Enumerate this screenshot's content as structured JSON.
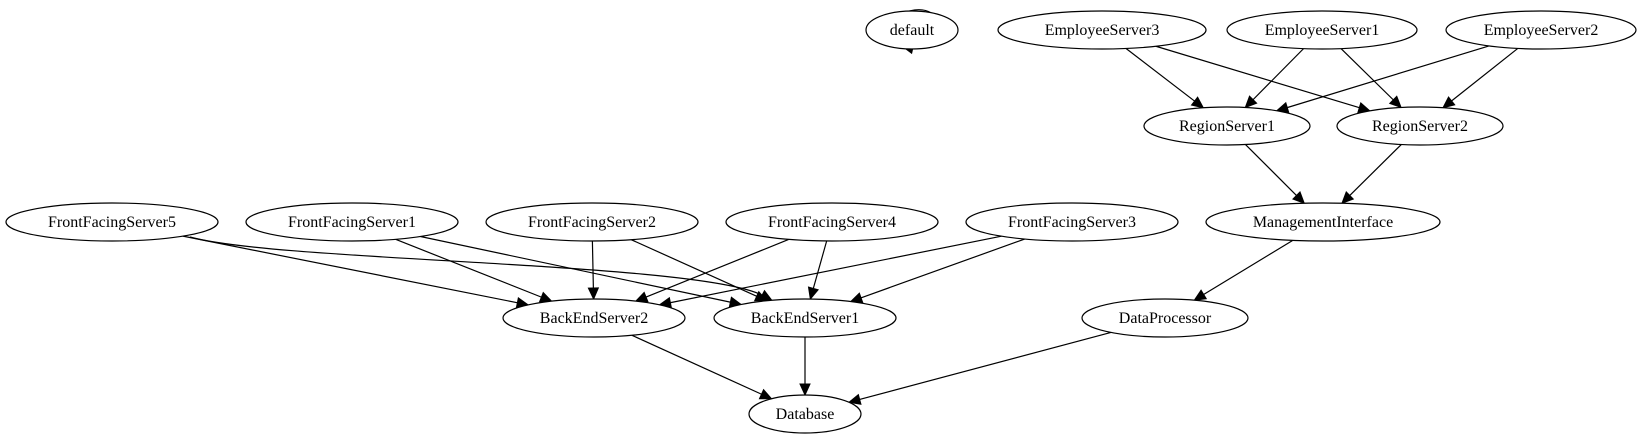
{
  "graph": {
    "nodes": [
      {
        "id": "default",
        "label": "default"
      },
      {
        "id": "es3",
        "label": "EmployeeServer3"
      },
      {
        "id": "es1",
        "label": "EmployeeServer1"
      },
      {
        "id": "es2",
        "label": "EmployeeServer2"
      },
      {
        "id": "rs1",
        "label": "RegionServer1"
      },
      {
        "id": "rs2",
        "label": "RegionServer2"
      },
      {
        "id": "mi",
        "label": "ManagementInterface"
      },
      {
        "id": "dp",
        "label": "DataProcessor"
      },
      {
        "id": "ff5",
        "label": "FrontFacingServer5"
      },
      {
        "id": "ff1",
        "label": "FrontFacingServer1"
      },
      {
        "id": "ff2",
        "label": "FrontFacingServer2"
      },
      {
        "id": "ff4",
        "label": "FrontFacingServer4"
      },
      {
        "id": "ff3",
        "label": "FrontFacingServer3"
      },
      {
        "id": "be2",
        "label": "BackEndServer2"
      },
      {
        "id": "be1",
        "label": "BackEndServer1"
      },
      {
        "id": "db",
        "label": "Database"
      }
    ],
    "edges": [
      {
        "from": "default",
        "to": "default"
      },
      {
        "from": "es3",
        "to": "rs1"
      },
      {
        "from": "es3",
        "to": "rs2"
      },
      {
        "from": "es1",
        "to": "rs1"
      },
      {
        "from": "es1",
        "to": "rs2"
      },
      {
        "from": "es2",
        "to": "rs1"
      },
      {
        "from": "es2",
        "to": "rs2"
      },
      {
        "from": "rs1",
        "to": "mi"
      },
      {
        "from": "rs2",
        "to": "mi"
      },
      {
        "from": "mi",
        "to": "dp"
      },
      {
        "from": "dp",
        "to": "db"
      },
      {
        "from": "ff5",
        "to": "be2"
      },
      {
        "from": "ff5",
        "to": "be1"
      },
      {
        "from": "ff1",
        "to": "be2"
      },
      {
        "from": "ff1",
        "to": "be1"
      },
      {
        "from": "ff2",
        "to": "be2"
      },
      {
        "from": "ff2",
        "to": "be1"
      },
      {
        "from": "ff4",
        "to": "be2"
      },
      {
        "from": "ff4",
        "to": "be1"
      },
      {
        "from": "ff3",
        "to": "be2"
      },
      {
        "from": "ff3",
        "to": "be1"
      },
      {
        "from": "be2",
        "to": "db"
      },
      {
        "from": "be1",
        "to": "db"
      }
    ]
  }
}
